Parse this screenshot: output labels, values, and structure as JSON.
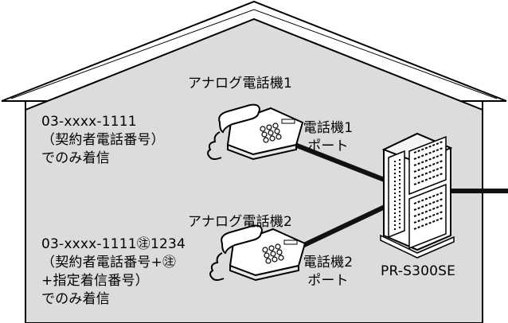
{
  "phone1": {
    "title": "アナログ電話機1",
    "port_line1": "電話機1",
    "port_line2": "ポート"
  },
  "phone2": {
    "title": "アナログ電話機2",
    "port_line1": "電話機2",
    "port_line2": "ポート"
  },
  "note1": {
    "line1": "03-xxxx-1111",
    "line2": "（契約者電話番号）",
    "line3": "でのみ着信"
  },
  "note2": {
    "line1": "03-xxxx-1111㊟1234",
    "line2": "（契約者電話番号+㊟",
    "line3": "+指定着信番号）",
    "line4": "でのみ着信"
  },
  "router": {
    "model": "PR-S300SE"
  },
  "colors": {
    "house_fill": "#dcdcdc",
    "outline": "#000000",
    "cable": "#111111",
    "device": "#ffffff"
  }
}
